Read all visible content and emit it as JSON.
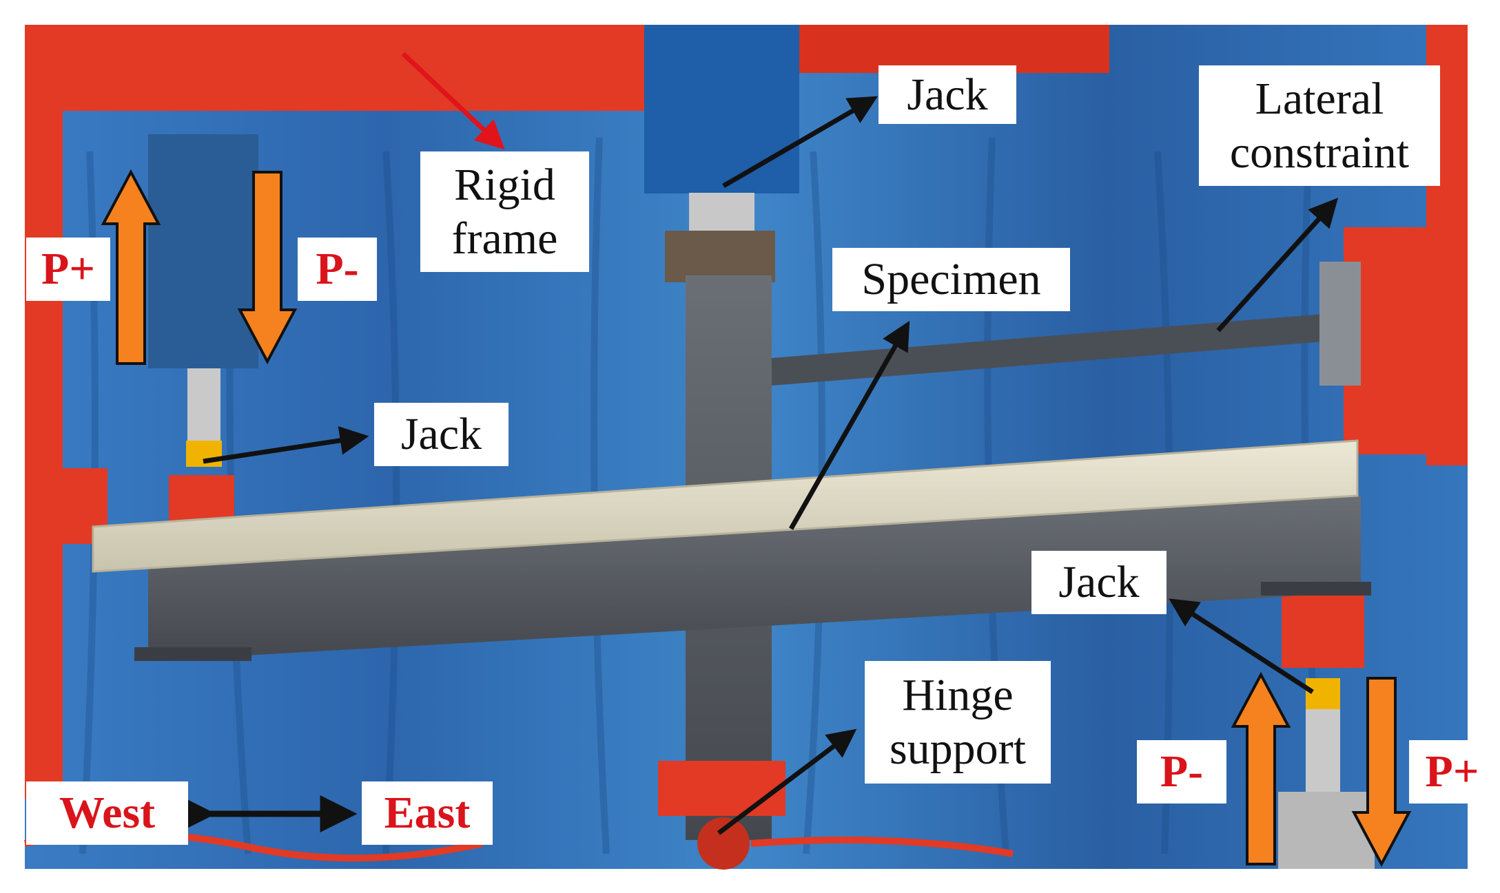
{
  "colors": {
    "curtain": "#2f6fb5",
    "frame": "#e23a24",
    "load_arrow": "#f5821f",
    "load_text": "#d9141b",
    "pointer": "#111111",
    "slab": "#dcd8c4",
    "steel": "#5a5f66"
  },
  "labels": {
    "jack_top": "Jack",
    "rigid_frame_line1": "Rigid",
    "rigid_frame_line2": "frame",
    "lateral_line1": "Lateral",
    "lateral_line2": "constraint",
    "specimen": "Specimen",
    "jack_left": "Jack",
    "jack_right": "Jack",
    "hinge_line1": "Hinge",
    "hinge_line2": "support"
  },
  "loads": {
    "left_plus": "P+",
    "left_minus": "P-",
    "right_minus": "P-",
    "right_plus": "P+"
  },
  "direction": {
    "west": "West",
    "east": "East"
  }
}
